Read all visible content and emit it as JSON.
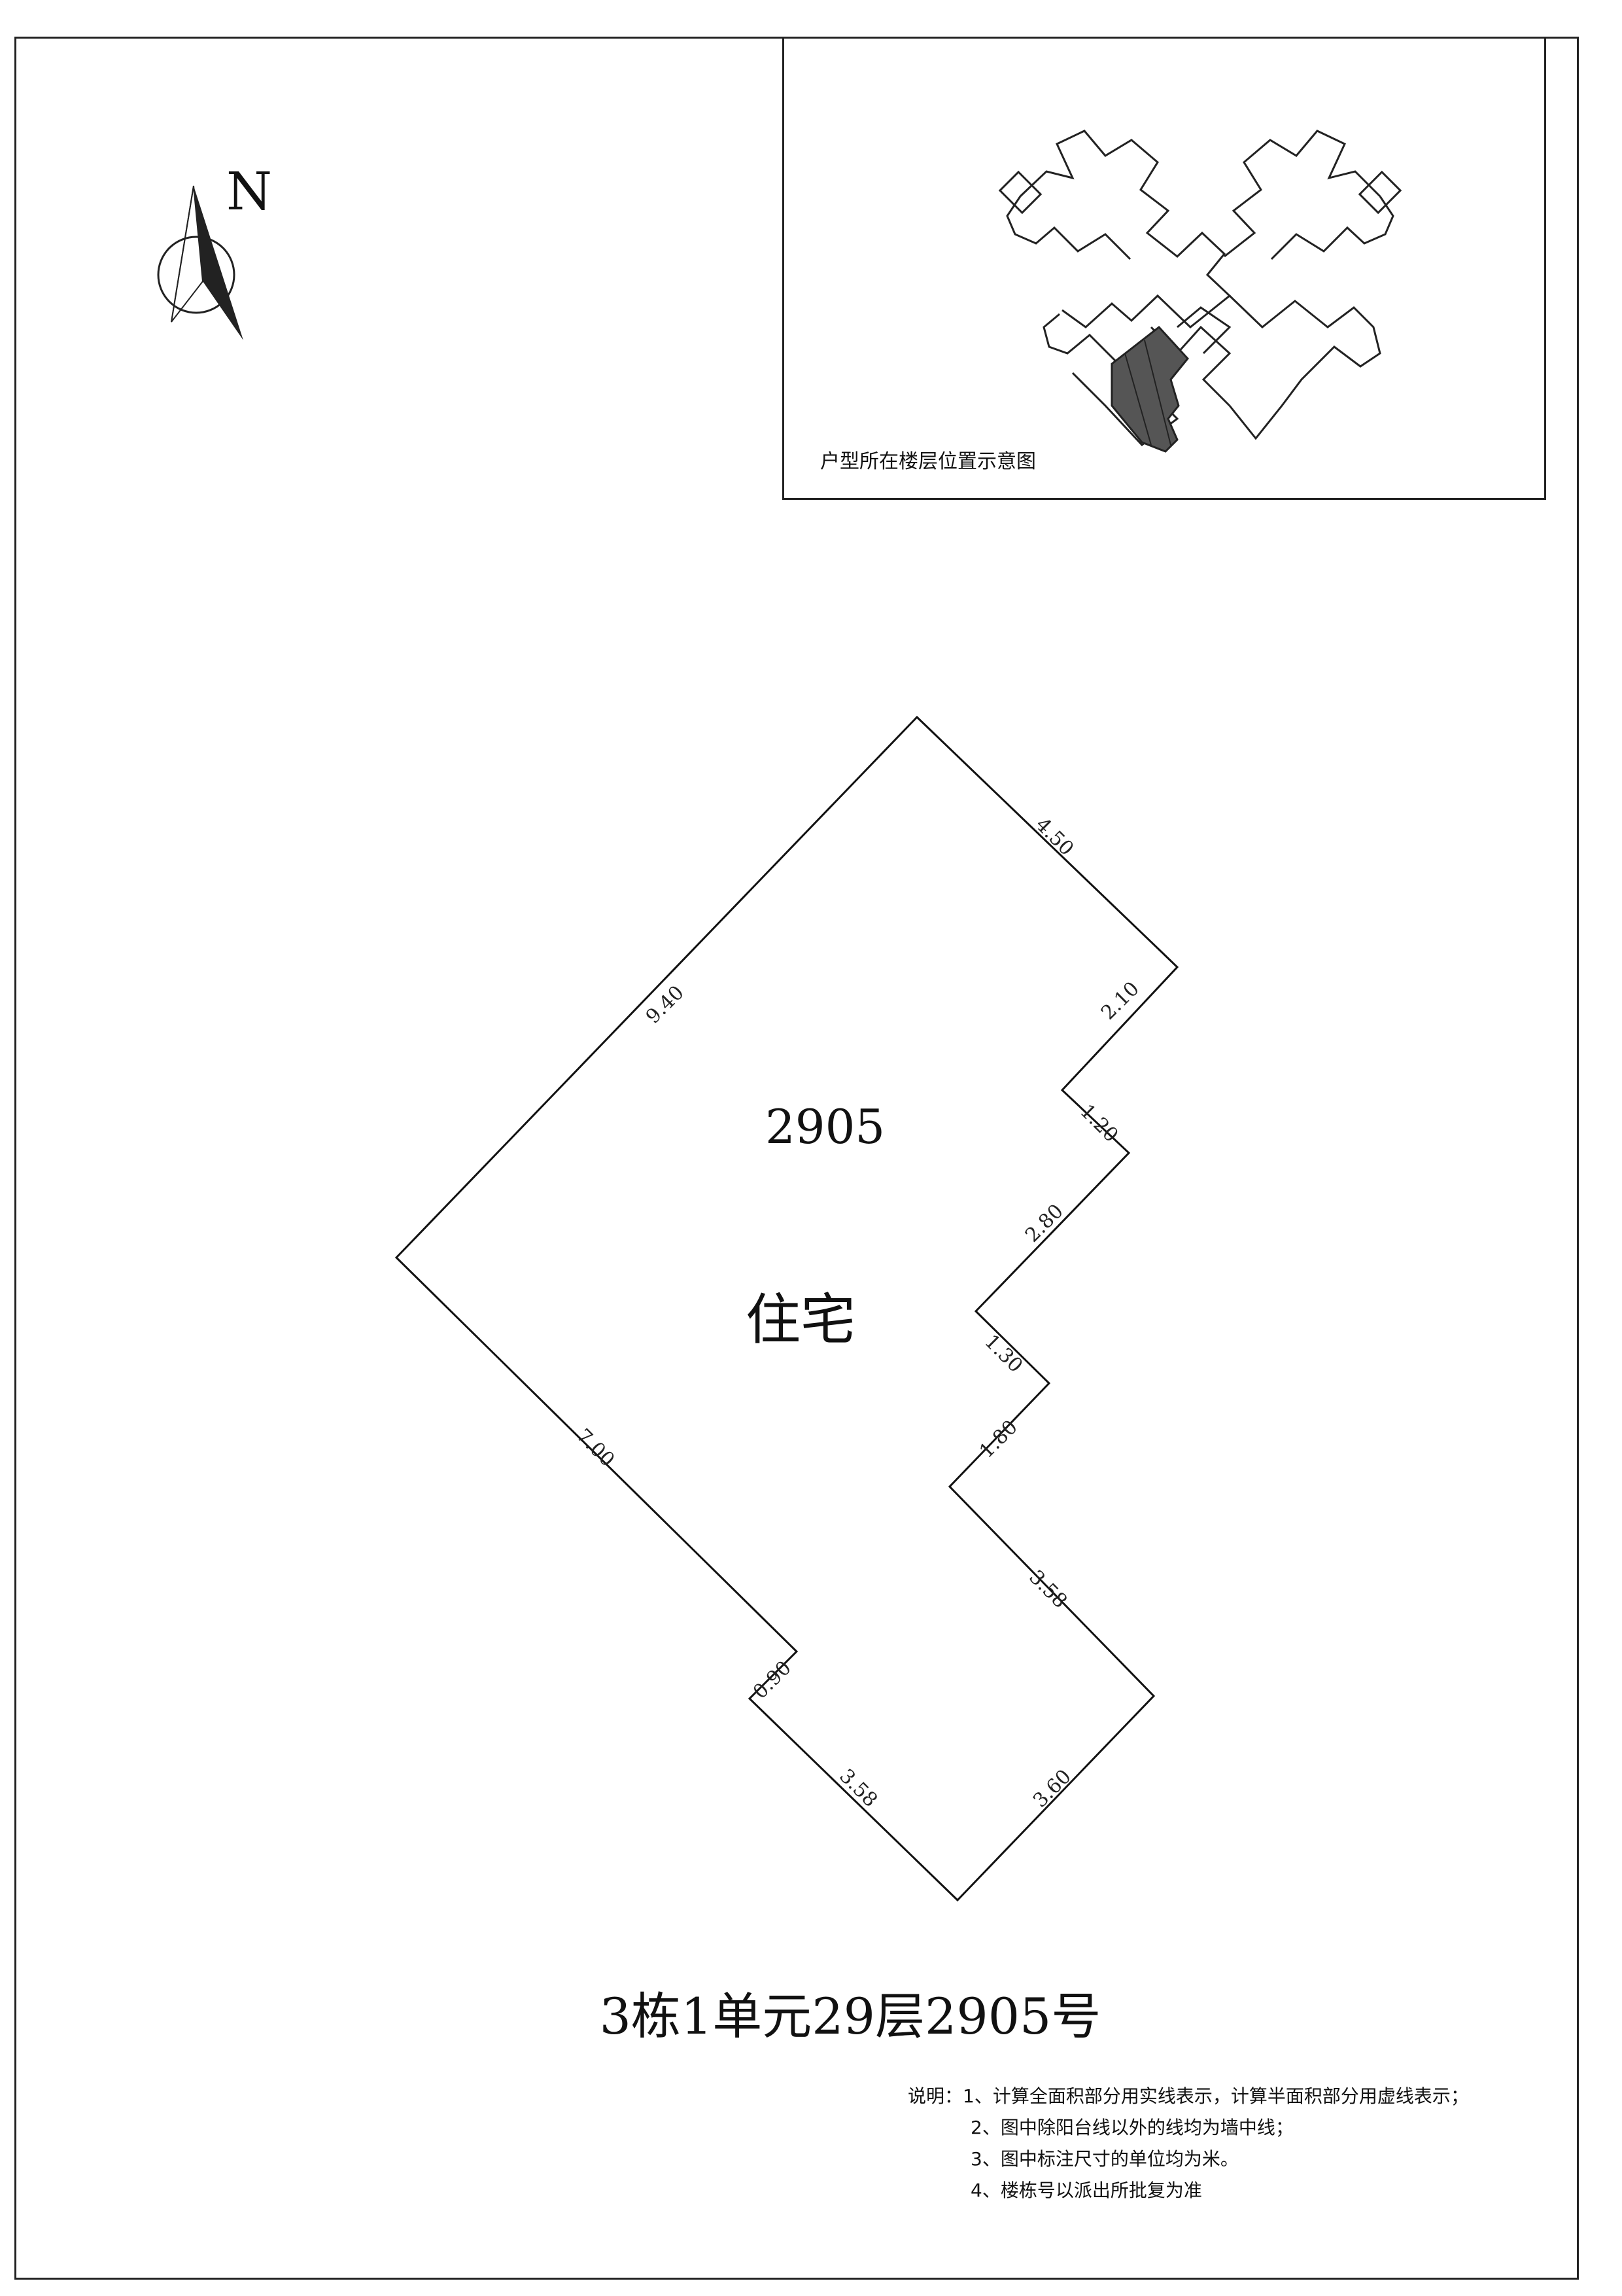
{
  "north": {
    "label": "N",
    "icon": "north-arrow-icon"
  },
  "inset": {
    "caption": "户型所在楼层位置示意图",
    "icon": "building-floor-plan-icon"
  },
  "unit": {
    "number": "2905",
    "use": "住宅"
  },
  "dimensions": {
    "d1": "4.50",
    "d2": "2.10",
    "d3": "1.20",
    "d4": "2.80",
    "d5": "1.30",
    "d6": "1.80",
    "d7": "3.58",
    "d8": "3.60",
    "d9": "3.58",
    "d10": "0.90",
    "d11": "7.00",
    "d12": "9.40"
  },
  "title": "3栋1单元29层2905号",
  "notes": {
    "heading": "说明：",
    "items": [
      "1、计算全面积部分用实线表示，计算半面积部分用虚线表示；",
      "2、图中除阳台线以外的线均为墙中线；",
      "3、图中标注尺寸的单位均为米。",
      "4、楼栋号以派出所批复为准"
    ]
  }
}
